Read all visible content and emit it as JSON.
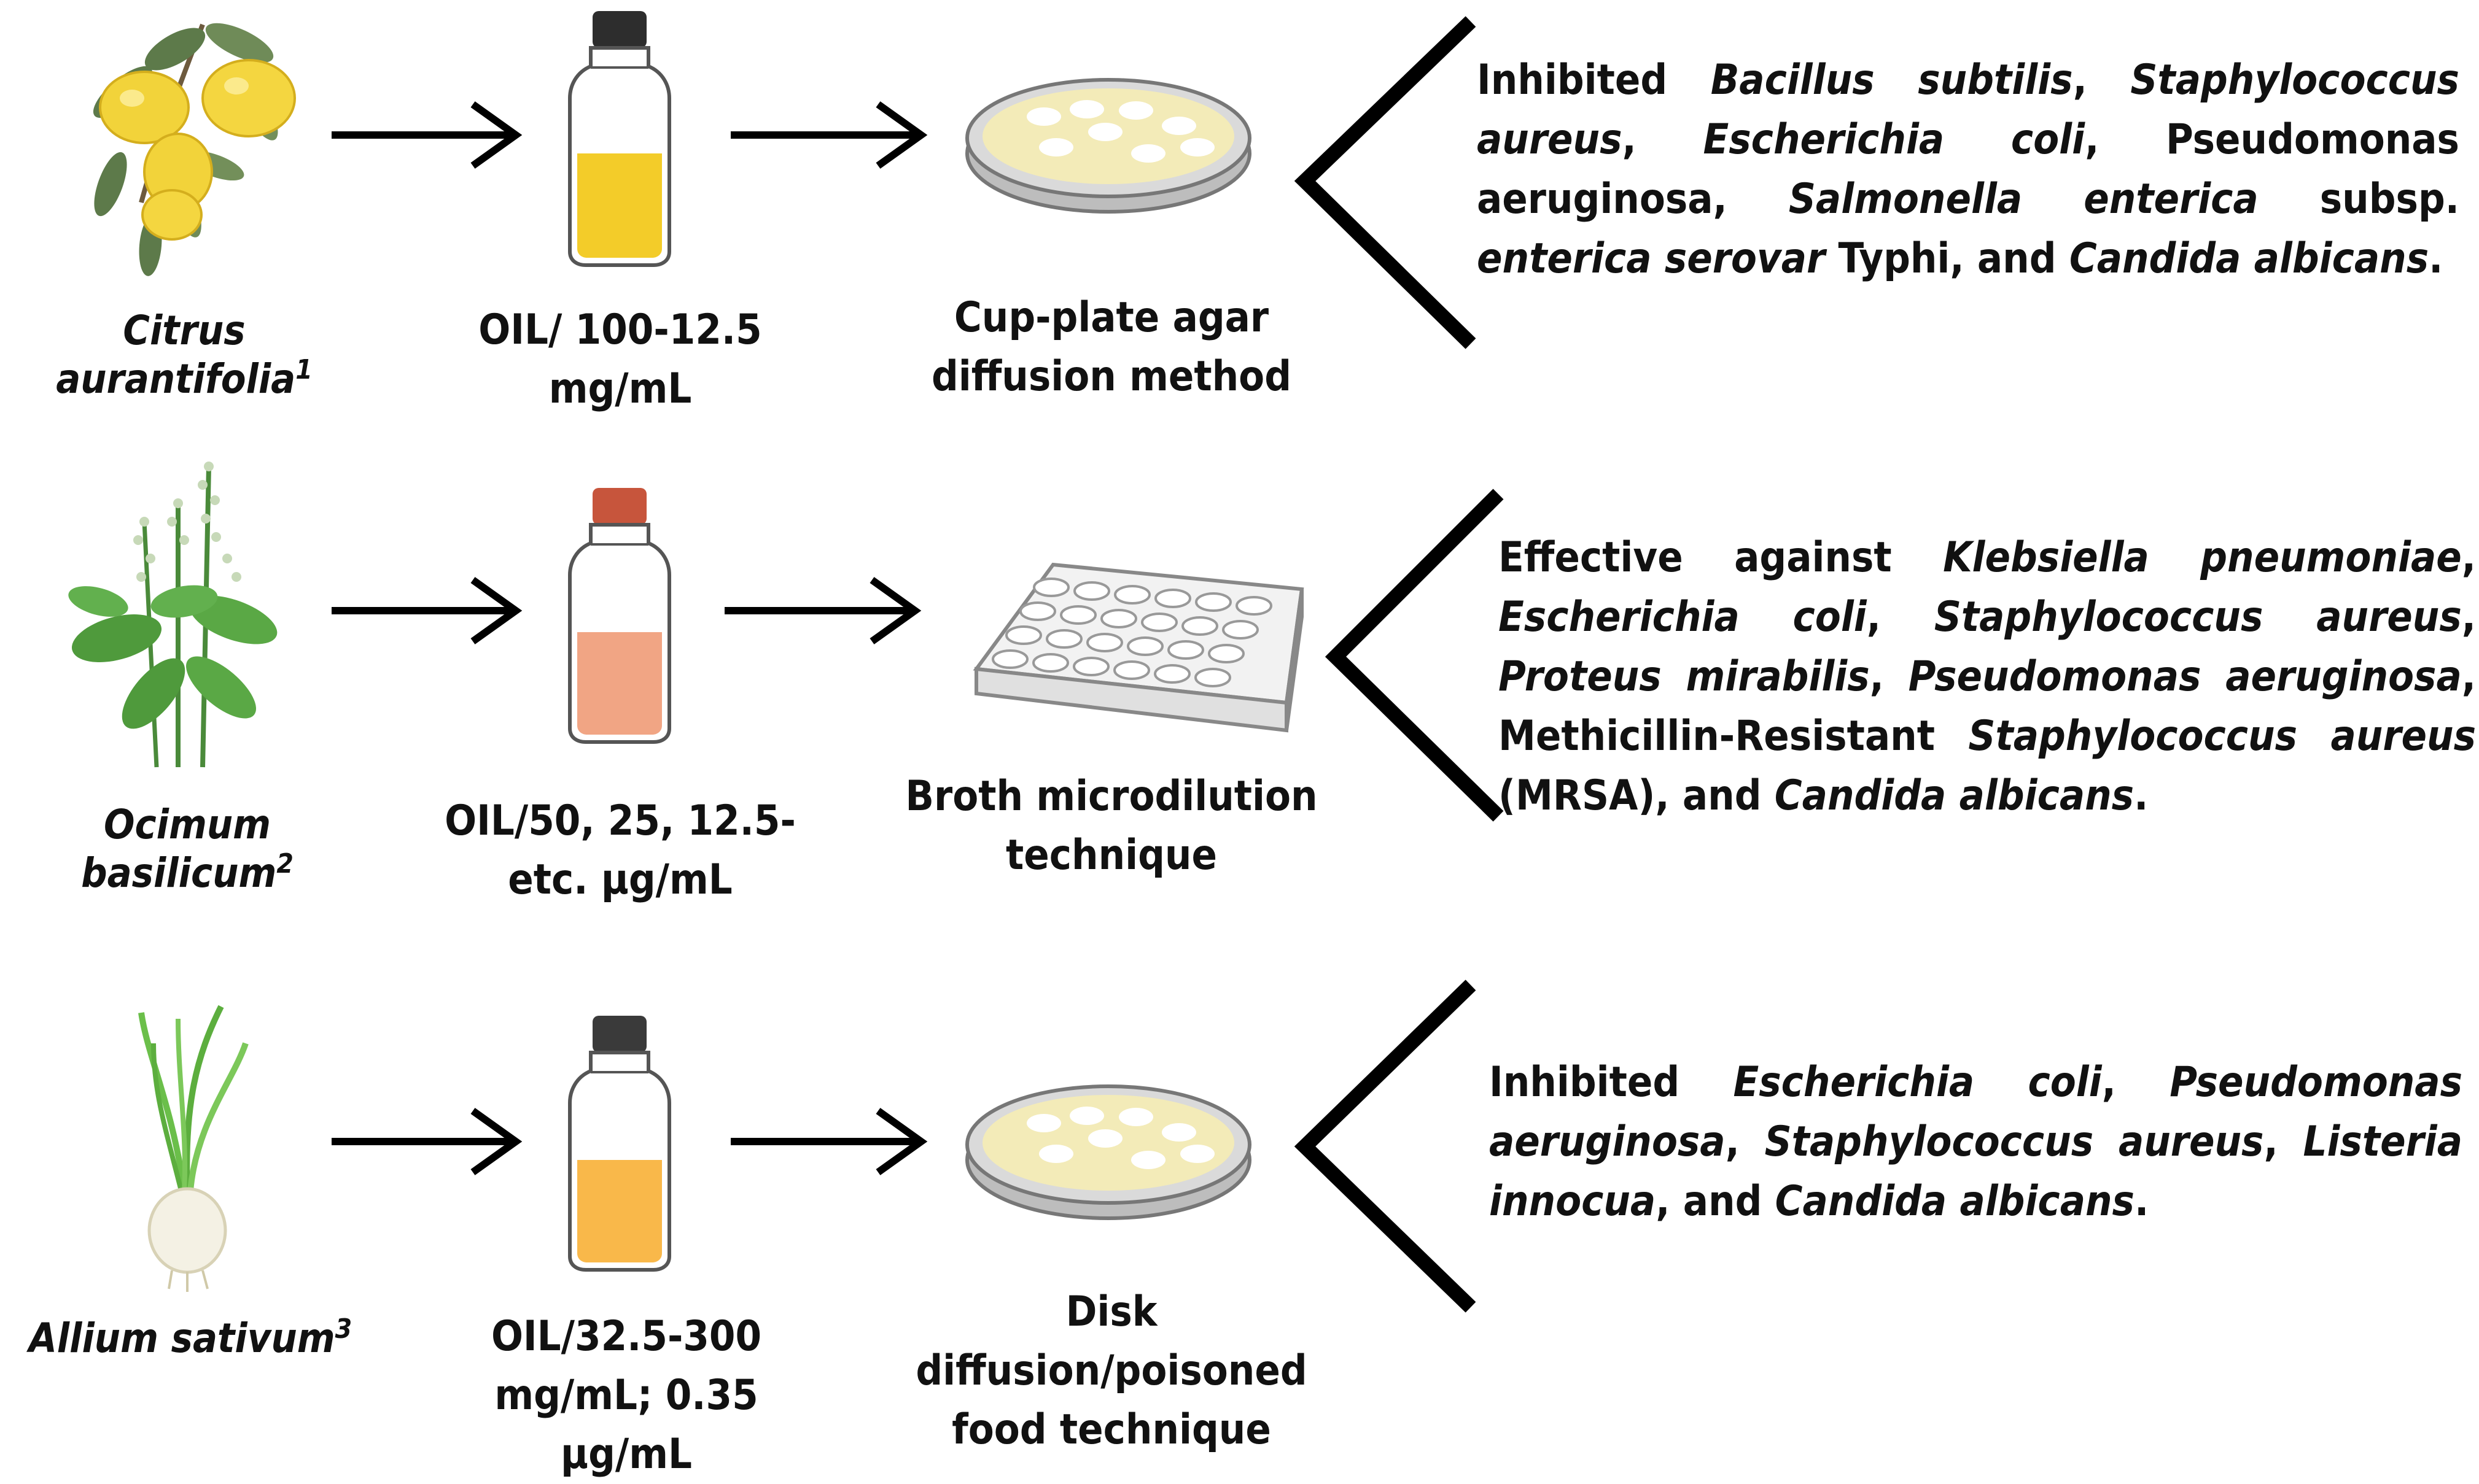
{
  "rows": [
    {
      "plant": "Citrus aurantifolia",
      "ref": "1",
      "oil_line1": "OIL/ 100-12.5",
      "oil_line2": "mg/mL",
      "method_line1": "Cup-plate agar",
      "method_line2": "diffusion method",
      "result_parts": [
        {
          "t": "Inhibited ",
          "i": false
        },
        {
          "t": "Bacillus subtilis",
          "i": true
        },
        {
          "t": ", ",
          "i": false
        },
        {
          "t": "Staphylococcus aureus",
          "i": true
        },
        {
          "t": ", ",
          "i": false
        },
        {
          "t": "Escherichia coli",
          "i": true
        },
        {
          "t": ", Pseudomonas aeruginosa, ",
          "i": false
        },
        {
          "t": "Salmonella enterica",
          "i": true
        },
        {
          "t": " subsp. ",
          "i": false
        },
        {
          "t": "enterica serovar",
          "i": true
        },
        {
          "t": " Typhi, and ",
          "i": false
        },
        {
          "t": "Candida albicans",
          "i": true
        },
        {
          "t": ".",
          "i": false
        }
      ]
    },
    {
      "plant": "Ocimum basilicum",
      "ref": "2",
      "oil_line1": "OIL/50, 25, 12.5-",
      "oil_line2": "etc. μg/mL",
      "method_line1": "Broth microdilution",
      "method_line2": "technique",
      "result_parts": [
        {
          "t": "Effective against ",
          "i": false
        },
        {
          "t": "Klebsiella pneumoniae",
          "i": true
        },
        {
          "t": ", ",
          "i": false
        },
        {
          "t": "Escherichia coli",
          "i": true
        },
        {
          "t": ", ",
          "i": false
        },
        {
          "t": "Staphylococcus aureus",
          "i": true
        },
        {
          "t": ", ",
          "i": false
        },
        {
          "t": "Proteus mirabilis",
          "i": true
        },
        {
          "t": ", ",
          "i": false
        },
        {
          "t": "Pseudomonas aeruginosa",
          "i": true
        },
        {
          "t": ", Methicillin-Resistant ",
          "i": false
        },
        {
          "t": "Staphylococcus aureus",
          "i": true
        },
        {
          "t": " (MRSA), and ",
          "i": false
        },
        {
          "t": "Candida albicans",
          "i": true
        },
        {
          "t": ".",
          "i": false
        }
      ]
    },
    {
      "plant": "Allium sativum",
      "ref": "3",
      "oil_line1": "OIL/32.5-300",
      "oil_line2": "mg/mL; 0.35 μg/mL",
      "method_line1": "Disk diffusion/poisoned",
      "method_line2": "food technique",
      "result_parts": [
        {
          "t": "Inhibited ",
          "i": false
        },
        {
          "t": "Escherichia coli",
          "i": true
        },
        {
          "t": ", ",
          "i": false
        },
        {
          "t": "Pseudomonas aeruginosa",
          "i": true
        },
        {
          "t": ", ",
          "i": false
        },
        {
          "t": "Staphylococcus aureus",
          "i": true
        },
        {
          "t": ", ",
          "i": false
        },
        {
          "t": "Listeria innocua",
          "i": true
        },
        {
          "t": ", and ",
          "i": false
        },
        {
          "t": "Candida albicans",
          "i": true
        },
        {
          "t": ".",
          "i": false
        }
      ]
    }
  ],
  "colors": {
    "lemon": "#f2d33a",
    "lemon_leaf": "#5d7a4a",
    "basil_leaf": "#4f9a3c",
    "onion_stalk": "#6bbf4a",
    "onion_bulb": "#f4f1e4",
    "oil_1": "#f3cc29",
    "oil_2": "#f1a584",
    "oil_3": "#f9b84a",
    "cork_dark": "#2d2d2d",
    "cork_red": "#c7553c",
    "agar": "#f3ebb8",
    "dish": "#cfcfcf",
    "stroke": "#000000"
  }
}
